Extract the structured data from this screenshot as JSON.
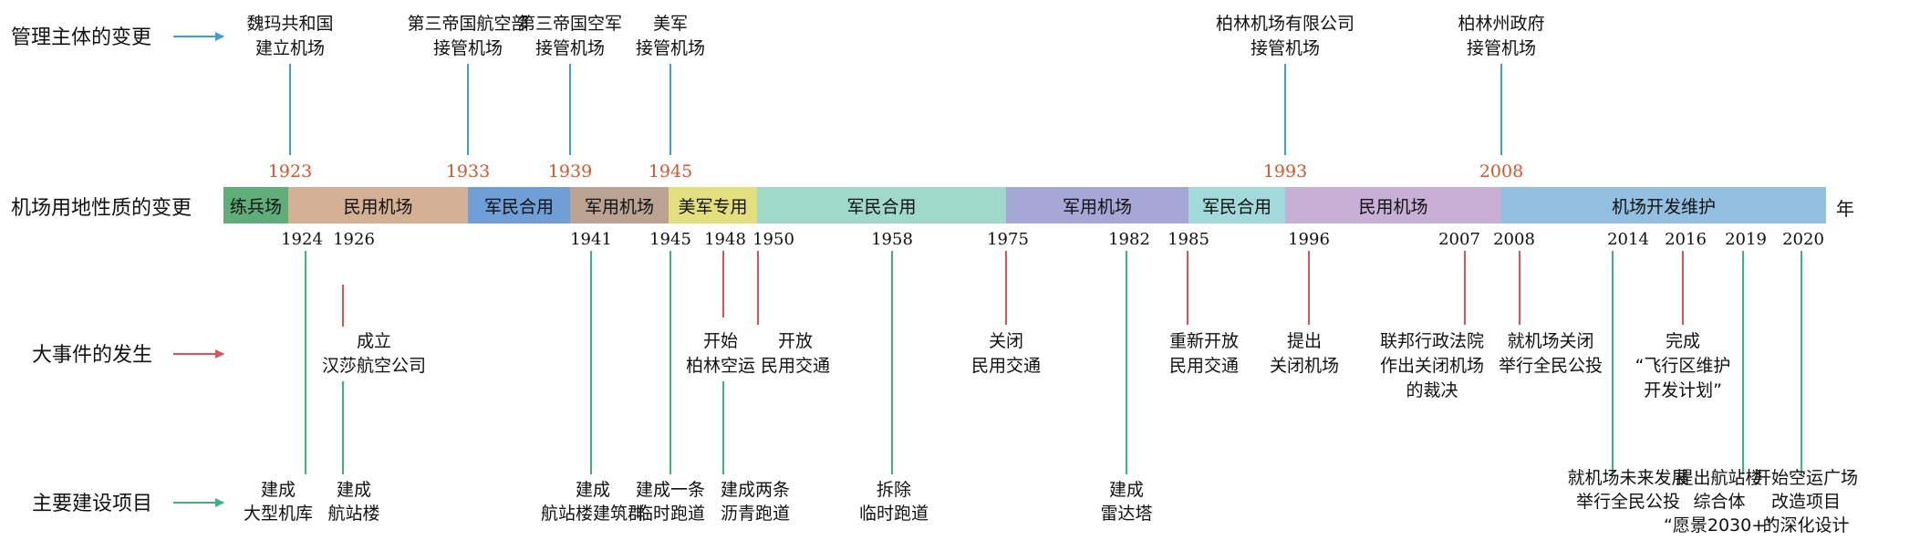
{
  "rows": {
    "management": "管理主体的变更",
    "landuse": "机场用地性质的变更",
    "events": "大事件的发生",
    "construction": "主要建设项目"
  },
  "unit": "年",
  "colors": {
    "management_line": "#3a9fd6",
    "event_line": "#e0505a",
    "construction_line": "#3cb37a",
    "year_accent": "#e0502a"
  },
  "segments": [
    {
      "label": "练兵场",
      "color": "#5fae79"
    },
    {
      "label": "民用机场",
      "color": "#d3af93"
    },
    {
      "label": "军民合用",
      "color": "#6f9fd6"
    },
    {
      "label": "军用机场",
      "color": "#bba394"
    },
    {
      "label": "美军专用",
      "color": "#e4df7e"
    },
    {
      "label": "军民合用",
      "color": "#a0d9c9"
    },
    {
      "label": "军用机场",
      "color": "#a6a7d6"
    },
    {
      "label": "军民合用",
      "color": "#a2d9da"
    },
    {
      "label": "民用机场",
      "color": "#c8afd6"
    },
    {
      "label": "机场开发维护",
      "color": "#93bfe0"
    }
  ],
  "management_years": [
    "1923",
    "1933",
    "1939",
    "1945",
    "1993",
    "2008"
  ],
  "management": [
    {
      "lines": [
        "魏玛共和国",
        "建立机场"
      ]
    },
    {
      "lines": [
        "第三帝国航空部",
        "接管机场"
      ]
    },
    {
      "lines": [
        "第三帝国空军",
        "接管机场"
      ]
    },
    {
      "lines": [
        "美军",
        "接管机场"
      ]
    },
    {
      "lines": [
        "柏林机场有限公司",
        "接管机场"
      ]
    },
    {
      "lines": [
        "柏林州政府",
        "接管机场"
      ]
    }
  ],
  "lower_years": [
    "1924",
    "1926",
    "1941",
    "1945",
    "1948",
    "1950",
    "1958",
    "1975",
    "1982",
    "1985",
    "1996",
    "2007",
    "2008",
    "2014",
    "2016",
    "2019",
    "2020"
  ],
  "events": [
    {
      "lines": [
        "成立",
        "汉莎航空公司"
      ]
    },
    {
      "lines": [
        "开始",
        "柏林空运"
      ]
    },
    {
      "lines": [
        "开放",
        "民用交通"
      ]
    },
    {
      "lines": [
        "关闭",
        "民用交通"
      ]
    },
    {
      "lines": [
        "重新开放",
        "民用交通"
      ]
    },
    {
      "lines": [
        "提出",
        "关闭机场"
      ]
    },
    {
      "lines": [
        "联邦行政法院",
        "作出关闭机场",
        "的裁决"
      ]
    },
    {
      "lines": [
        "就机场关闭",
        "举行全民公投"
      ]
    },
    {
      "lines": [
        "完成",
        "“飞行区维护",
        "开发计划”"
      ]
    }
  ],
  "construction": [
    {
      "lines": [
        "建成",
        "大型机库"
      ]
    },
    {
      "lines": [
        "建成",
        "航站楼"
      ]
    },
    {
      "lines": [
        "建成",
        "航站楼建筑群"
      ]
    },
    {
      "lines": [
        "建成一条",
        "临时跑道"
      ]
    },
    {
      "lines": [
        "建成两条",
        "沥青跑道"
      ]
    },
    {
      "lines": [
        "拆除",
        "临时跑道"
      ]
    },
    {
      "lines": [
        "建成",
        "雷达塔"
      ]
    },
    {
      "lines": [
        "就机场未来发展",
        "举行全民公投"
      ]
    },
    {
      "lines": [
        "提出航站楼",
        "综合体",
        "“愿景2030+”"
      ]
    },
    {
      "lines": [
        "开始空运广场",
        "改造项目",
        "的深化设计"
      ]
    }
  ]
}
